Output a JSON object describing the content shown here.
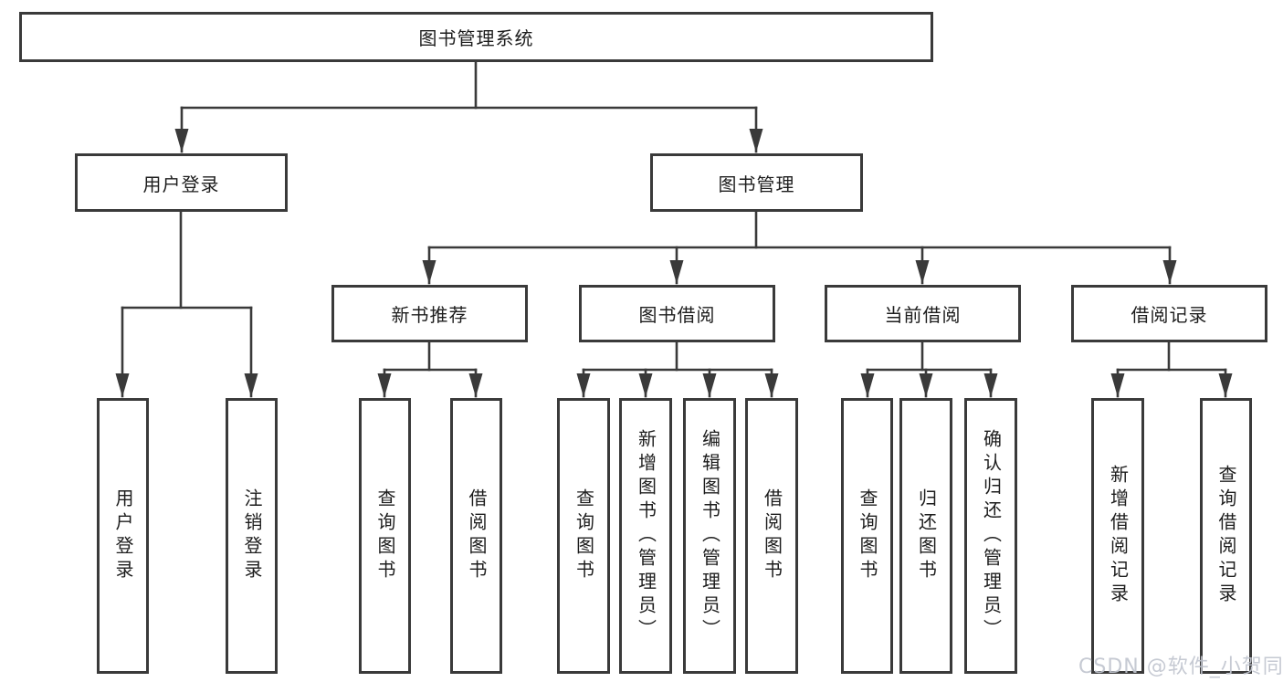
{
  "diagram": {
    "root": {
      "label": "图书管理系统"
    },
    "level2": [
      {
        "label": "用户登录"
      },
      {
        "label": "图书管理"
      }
    ],
    "level3": [
      {
        "label": "新书推荐"
      },
      {
        "label": "图书借阅"
      },
      {
        "label": "当前借阅"
      },
      {
        "label": "借阅记录"
      }
    ],
    "leaves": [
      {
        "label": "用户登录"
      },
      {
        "label": "注销登录"
      },
      {
        "label": "查询图书"
      },
      {
        "label": "借阅图书"
      },
      {
        "label": "查询图书"
      },
      {
        "label": "新增图书（管理员）"
      },
      {
        "label": "编辑图书（管理员）"
      },
      {
        "label": "借阅图书"
      },
      {
        "label": "查询图书"
      },
      {
        "label": "归还图书"
      },
      {
        "label": "确认归还（管理员）"
      },
      {
        "label": "新增借阅记录"
      },
      {
        "label": "查询借阅记录"
      }
    ],
    "watermark": "CSDN @软件_小贺同学",
    "colors": {
      "line": "#3a3a3a",
      "box_border": "#3a3a3a",
      "text": "#1d1d1d",
      "background": "#ffffff",
      "watermark": "#c1c6cf"
    }
  }
}
